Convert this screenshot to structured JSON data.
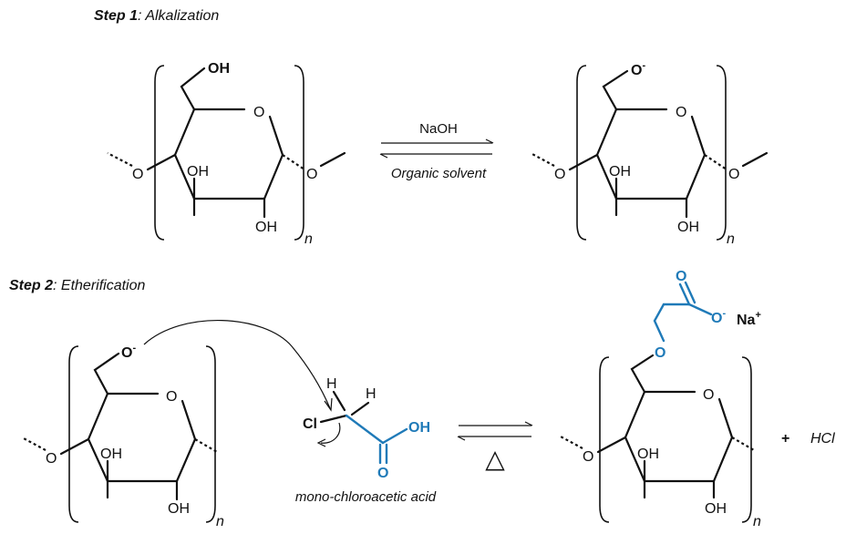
{
  "step1": {
    "label": "Step 1",
    "title": ": Alkalization"
  },
  "step2": {
    "label": "Step 2",
    "title": ": Etherification"
  },
  "reaction1": {
    "reagent_top": "NaOH",
    "reagent_bottom": "Organic solvent"
  },
  "reaction2": {
    "heat_symbol": "△"
  },
  "reagent": {
    "name": "mono-chloroacetic acid",
    "cl": "Cl",
    "h": "H",
    "oh": "OH",
    "o": "O"
  },
  "atoms": {
    "ring_o": "O",
    "oh": "OH",
    "o_minus": "O",
    "charge_minus": "-",
    "na_plus": "Na",
    "plus_sup": "+",
    "n": "n"
  },
  "byproduct": {
    "plus": "+",
    "hcl": "HCl"
  },
  "colors": {
    "highlight": "#1f7ab8",
    "ink": "#111111"
  }
}
